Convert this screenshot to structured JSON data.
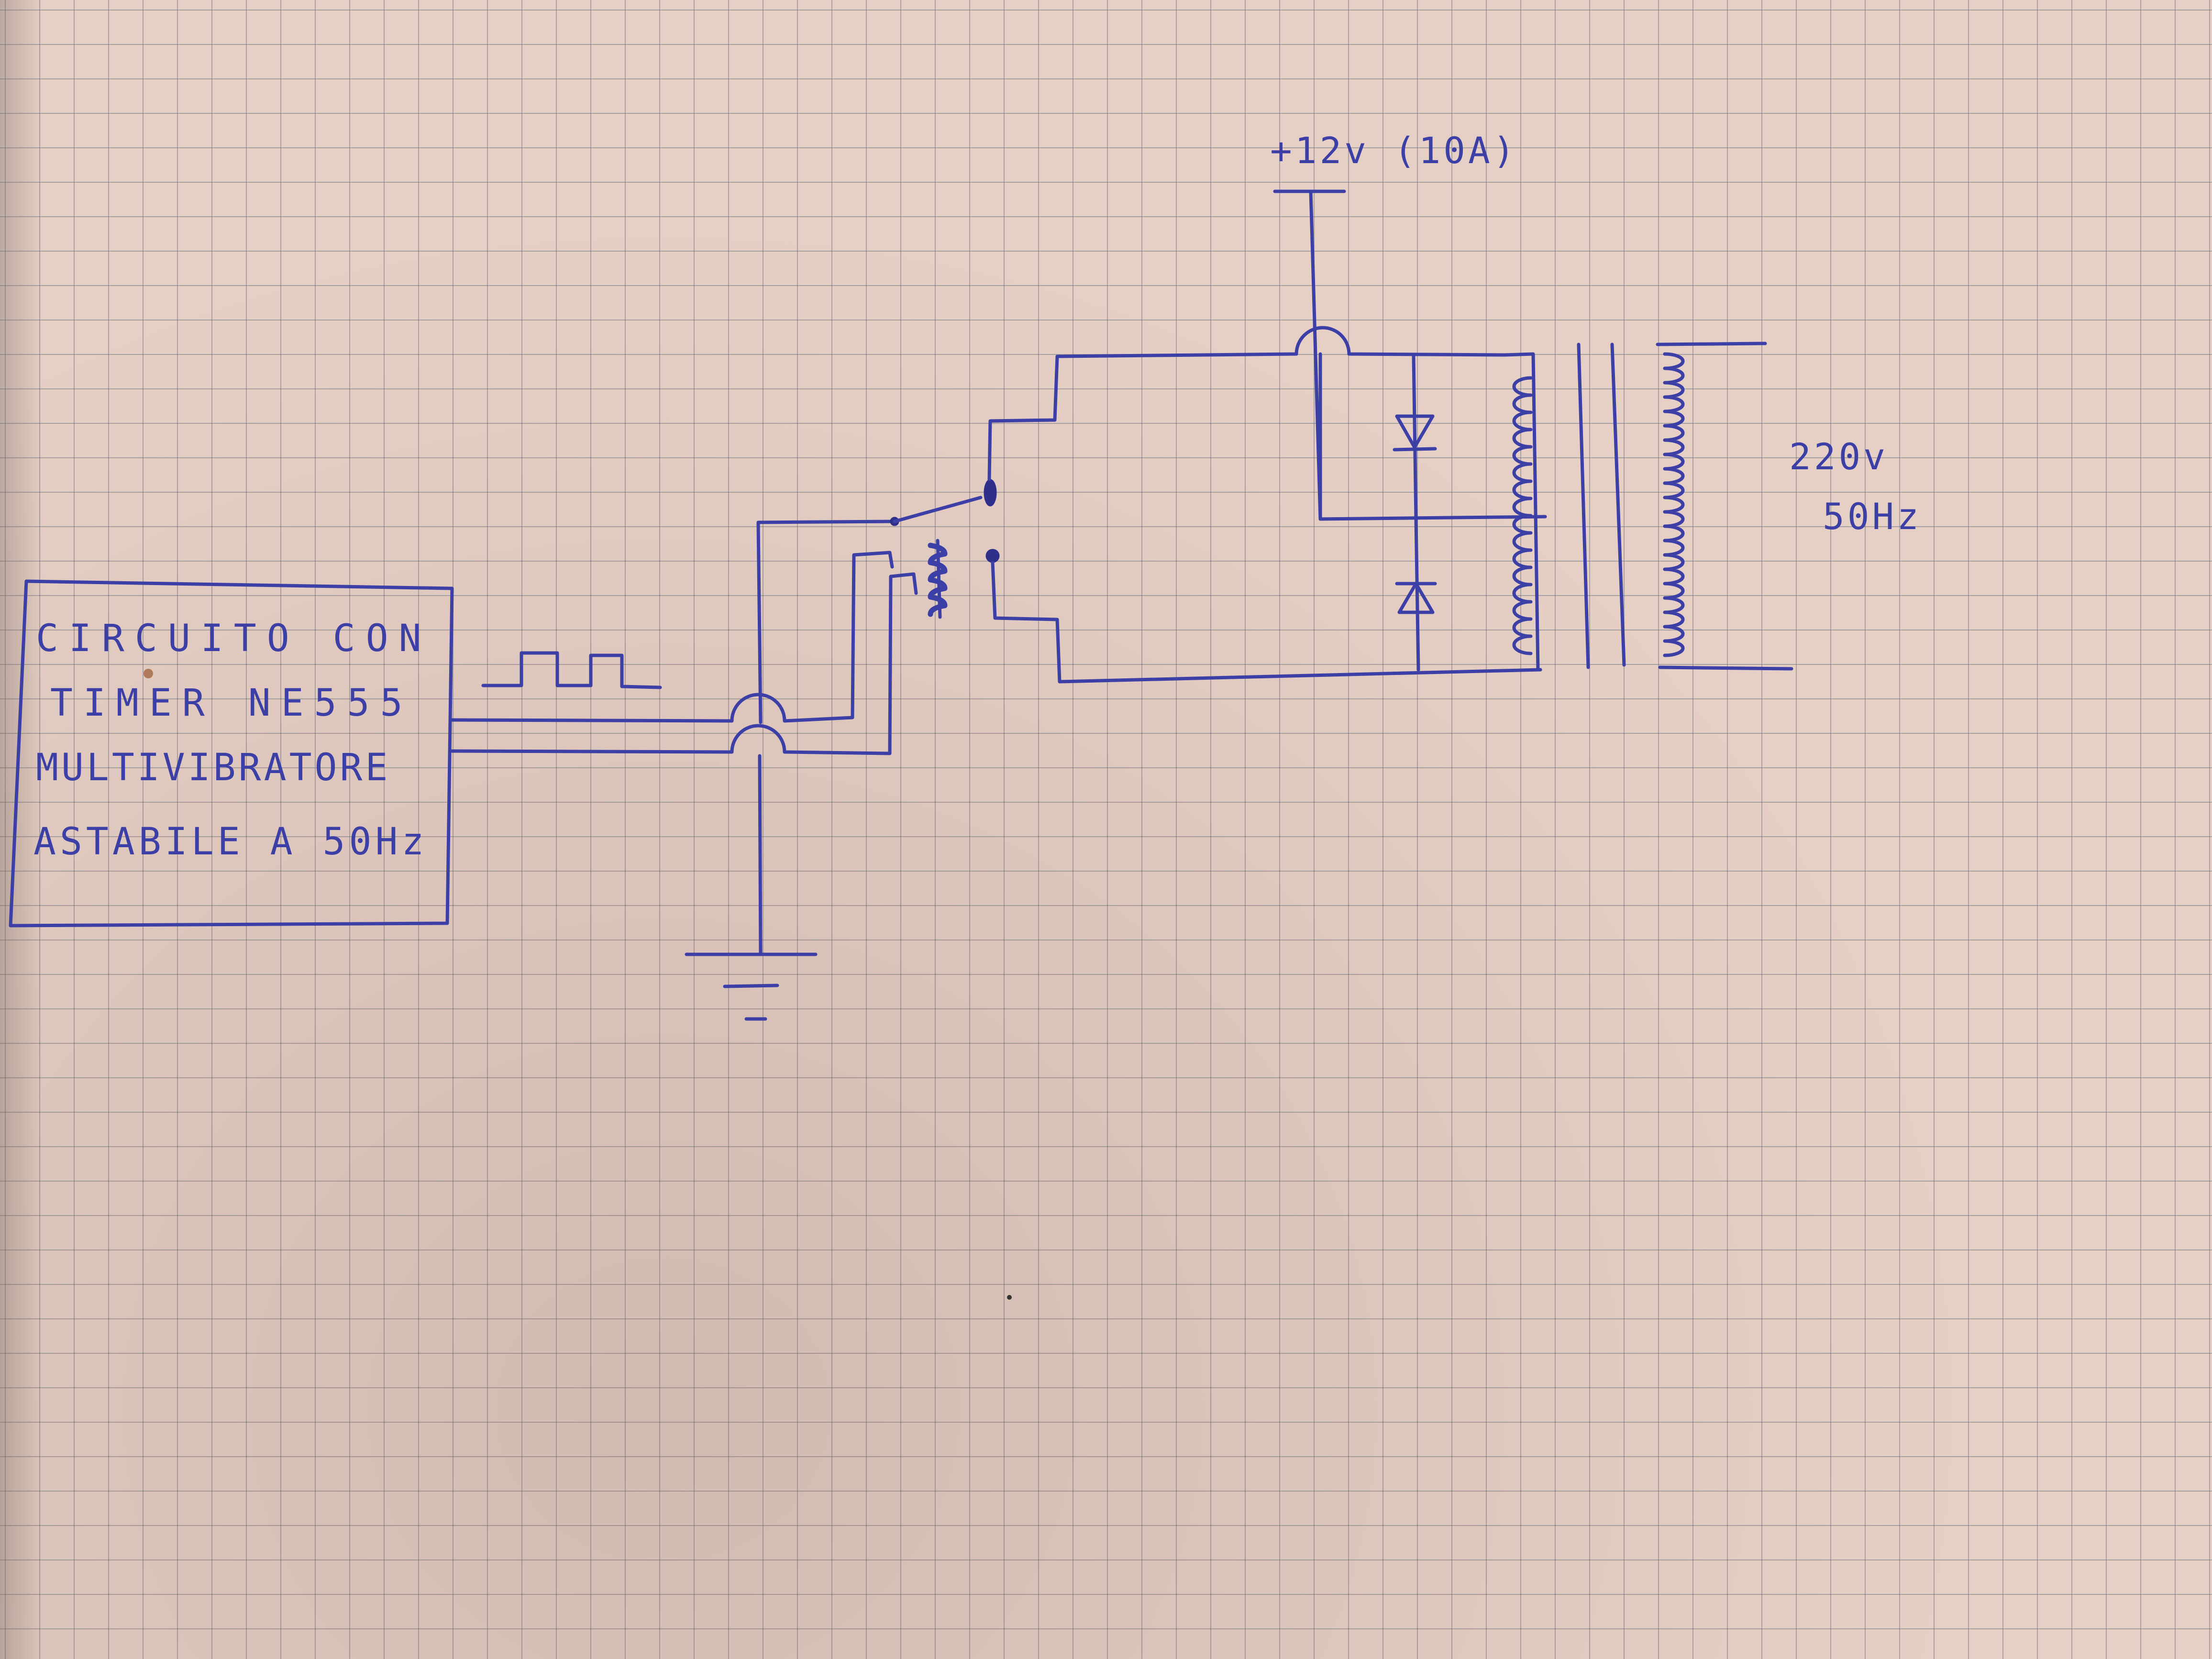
{
  "diagram": {
    "oscillator_block": {
      "lines": [
        "CIRCUITO CON",
        "TIMER NE555",
        "MULTIVIBRATORE",
        "ASTABILE A 50Hz"
      ]
    },
    "supply": {
      "label": "+12v (10A)"
    },
    "output": {
      "voltage": "220v",
      "frequency": "50Hz"
    }
  }
}
